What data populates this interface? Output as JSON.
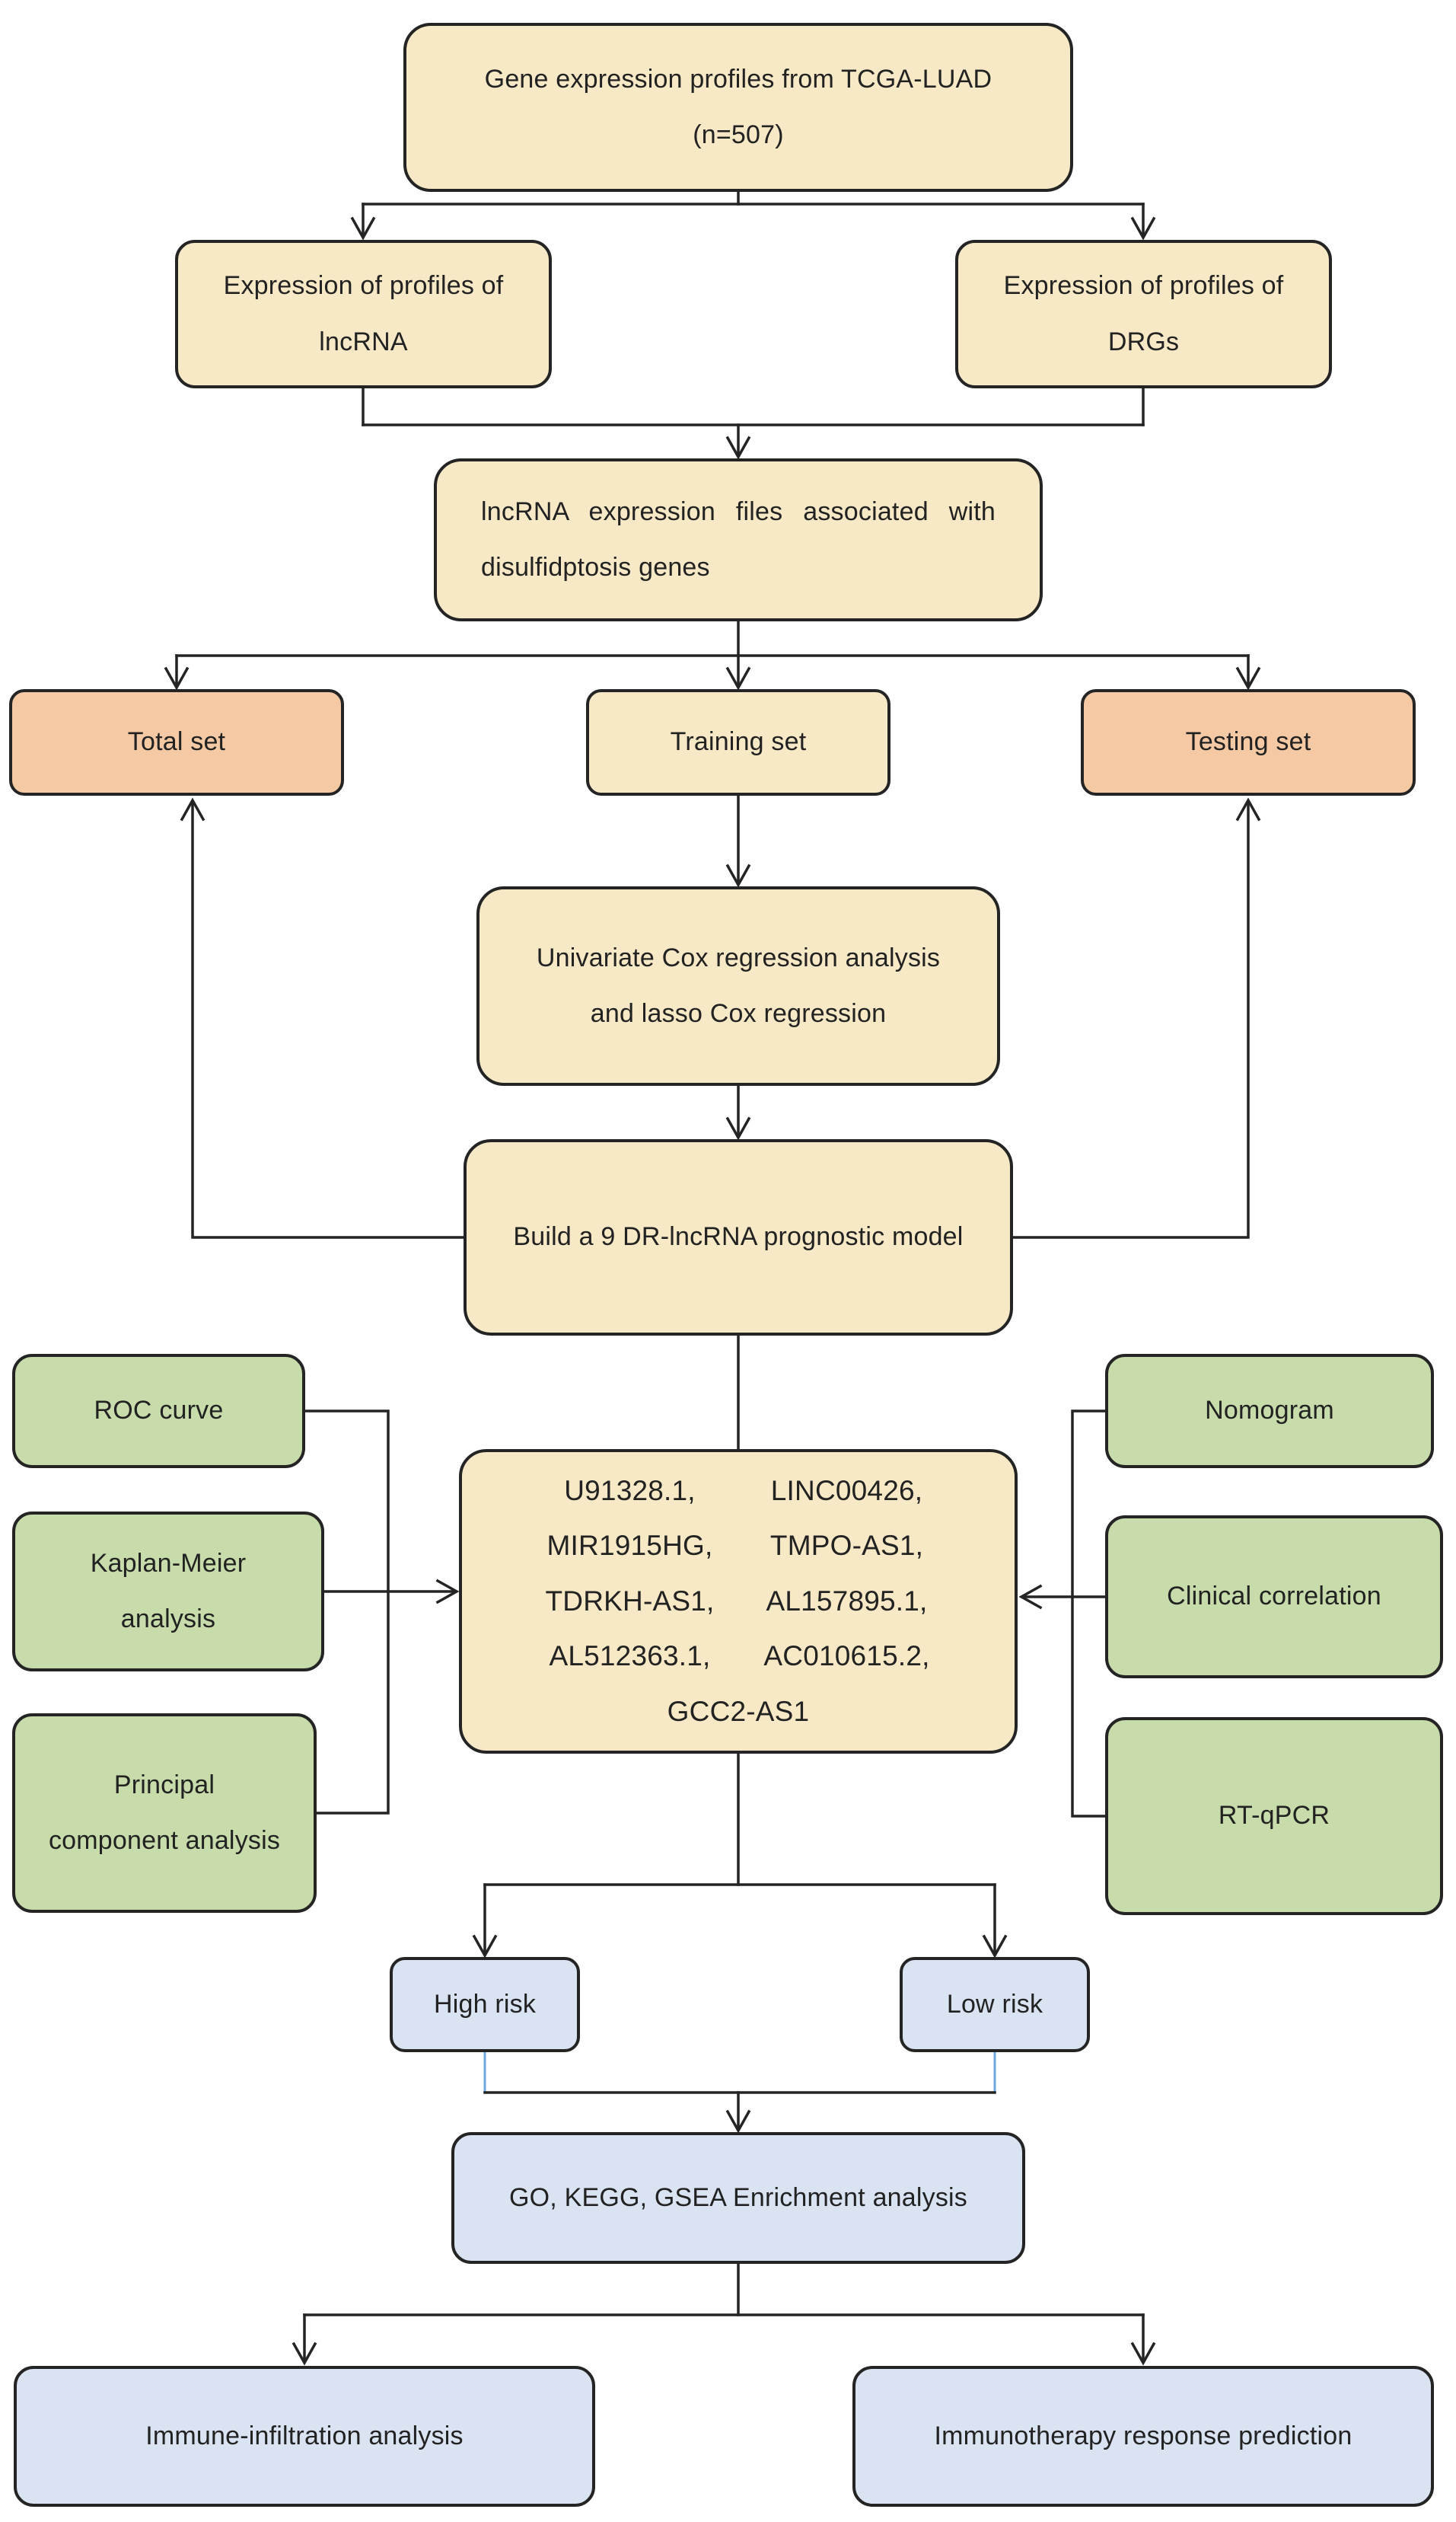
{
  "figure": {
    "type": "flowchart",
    "description": "Study workflow flowchart for building a disulfidptosis-related lncRNA prognostic model in TCGA-LUAD"
  },
  "boxes": {
    "top": {
      "line1": "Gene expression profiles from TCGA-LUAD",
      "line2": "(n=507)"
    },
    "lncrna": {
      "line1": "Expression of profiles of",
      "line2": "lncRNA"
    },
    "drgs": {
      "line1": "Expression of profiles of",
      "line2": "DRGs"
    },
    "assoc": {
      "line1": "lncRNA expression files associated with",
      "line2": "disulfidptosis genes"
    },
    "total_set": "Total set",
    "training_set": "Training set",
    "testing_set": "Testing set",
    "cox": {
      "line1": "Univariate Cox regression analysis",
      "line2": "and lasso Cox regression"
    },
    "build": "Build a 9 DR-lncRNA prognostic model",
    "gene_model": {
      "rows": [
        [
          "U91328.1,",
          "LINC00426,"
        ],
        [
          "MIR1915HG,",
          "TMPO-AS1,"
        ],
        [
          "TDRKH-AS1,",
          "AL157895.1,"
        ],
        [
          "AL512363.1,",
          "AC010615.2,"
        ]
      ],
      "last_line": "GCC2-AS1"
    },
    "roc": "ROC curve",
    "km": {
      "line1": "Kaplan-Meier",
      "line2": "analysis"
    },
    "pca": {
      "line1": "Principal",
      "line2": "component analysis"
    },
    "nomogram": "Nomogram",
    "clinical": "Clinical correlation",
    "rtqpcr": "RT-qPCR",
    "high_risk": "High risk",
    "low_risk": "Low risk",
    "enrichment": "GO, KEGG, GSEA Enrichment analysis",
    "immune": "Immune-infiltration analysis",
    "immunotherapy": "Immunotherapy response prediction"
  },
  "colors": {
    "box-cream": "#f7e9c6",
    "box-orange": "#f4c9a4",
    "box-green": "#c8dcab",
    "box-blue": "#dae3f2",
    "line": "#242424",
    "line-blue": "#6fa8dc",
    "text": "#222222",
    "bg": "#ffffff"
  }
}
